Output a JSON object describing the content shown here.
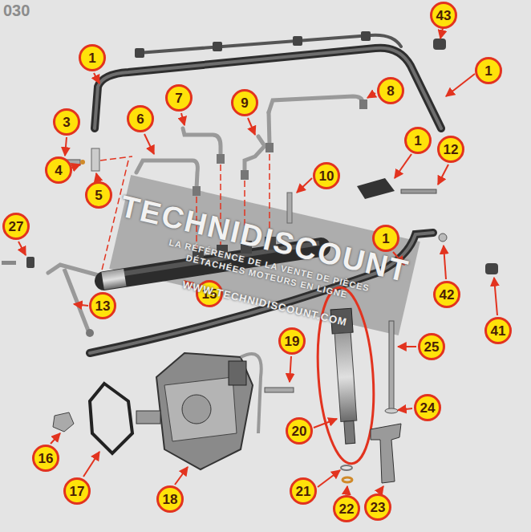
{
  "diagram": {
    "nodes": [
      {
        "text": [
          "43"
        ]
      },
      {
        "text": [
          "1"
        ]
      },
      {
        "text": [
          "1"
        ]
      },
      {
        "text": [
          "8"
        ]
      },
      {
        "text": [
          "7"
        ]
      },
      {
        "text": [
          "9"
        ]
      },
      {
        "text": [
          "6"
        ]
      },
      {
        "text": [
          "3"
        ]
      },
      {
        "text": [
          "1"
        ]
      },
      {
        "text": [
          "12"
        ]
      },
      {
        "text": [
          "4"
        ]
      },
      {
        "text": [
          "10"
        ]
      },
      {
        "text": [
          "5"
        ]
      },
      {
        "text": [
          "27"
        ]
      },
      {
        "text": [
          "1"
        ]
      },
      {
        "text": [
          "15"
        ]
      },
      {
        "text": [
          "42"
        ]
      },
      {
        "text": [
          "13"
        ]
      },
      {
        "text": [
          "41"
        ]
      },
      {
        "text": [
          "19"
        ]
      },
      {
        "text": [
          "25"
        ]
      },
      {
        "text": [
          "24"
        ]
      },
      {
        "text": [
          "20"
        ]
      },
      {
        "text": [
          "16"
        ]
      },
      {
        "text": [
          "21"
        ]
      },
      {
        "text": [
          "17"
        ]
      },
      {
        "text": [
          "18"
        ]
      },
      {
        "text": [
          "23"
        ]
      },
      {
        "text": [
          "22"
        ]
      }
    ],
    "labels": [
      "030",
      "TECHNIDISCOUNT",
      "LA RÉFÉRENCE DE LA VENTE DE PIÈCES DÉTACHÉES MOTEURS EN LIGNE",
      "WWW.TECHNIDISCOUNT.COM"
    ]
  }
}
